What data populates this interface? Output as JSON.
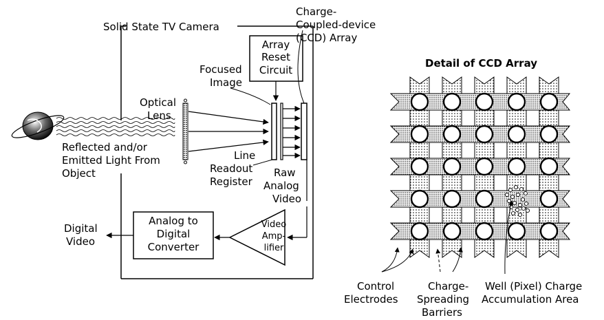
{
  "labels": {
    "camera": "Solid State TV Camera",
    "ccd_line1": "Charge-",
    "ccd_line2": "Coupled-device",
    "ccd_line3": "(CCD) Array",
    "reset_line1": "Array",
    "reset_line2": "Reset",
    "reset_line3": "Circuit",
    "focused_line1": "Focused",
    "focused_line2": "Image",
    "optical_line1": "Optical",
    "optical_line2": "Lens",
    "reflected_line1": "Reflected and/or",
    "reflected_line2": "Emitted Light From",
    "reflected_line3": "Object",
    "line_readout1": "Line",
    "line_readout2": "Readout",
    "line_readout3": "Register",
    "raw_line1": "Raw",
    "raw_line2": "Analog",
    "raw_line3": "Video",
    "adc_line1": "Analog to",
    "adc_line2": "Digital",
    "adc_line3": "Converter",
    "amp_line1": "Video",
    "amp_line2": "Amp-",
    "amp_line3": "lifier",
    "digital_line1": "Digital",
    "digital_line2": "Video",
    "detail_title": "Detail of CCD Array",
    "control_line1": "Control",
    "control_line2": "Electrodes",
    "barriers_line1": "Charge-",
    "barriers_line2": "Spreading",
    "barriers_line3": "Barriers",
    "well_line1": "Well (Pixel) Charge",
    "well_line2": "Accumulation Area"
  },
  "ccd_detail": {
    "rows": 5,
    "columns": 5
  }
}
